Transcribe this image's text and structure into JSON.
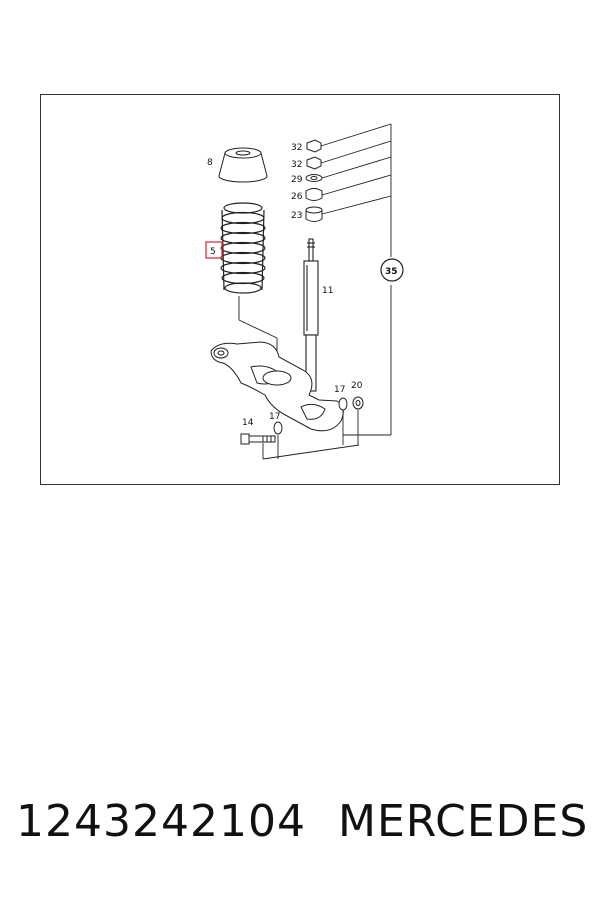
{
  "diagram": {
    "callouts": {
      "c8": "8",
      "c5": "5",
      "c32a": "32",
      "c32b": "32",
      "c29": "29",
      "c26": "26",
      "c23": "23",
      "c11": "11",
      "c35": "35",
      "c14": "14",
      "c17a": "17",
      "c17b": "17",
      "c20": "20"
    },
    "highlight_color": "#d9333f",
    "line_color": "#222222"
  },
  "caption": {
    "part_number": "1243242104",
    "brand": "MERCEDES"
  }
}
